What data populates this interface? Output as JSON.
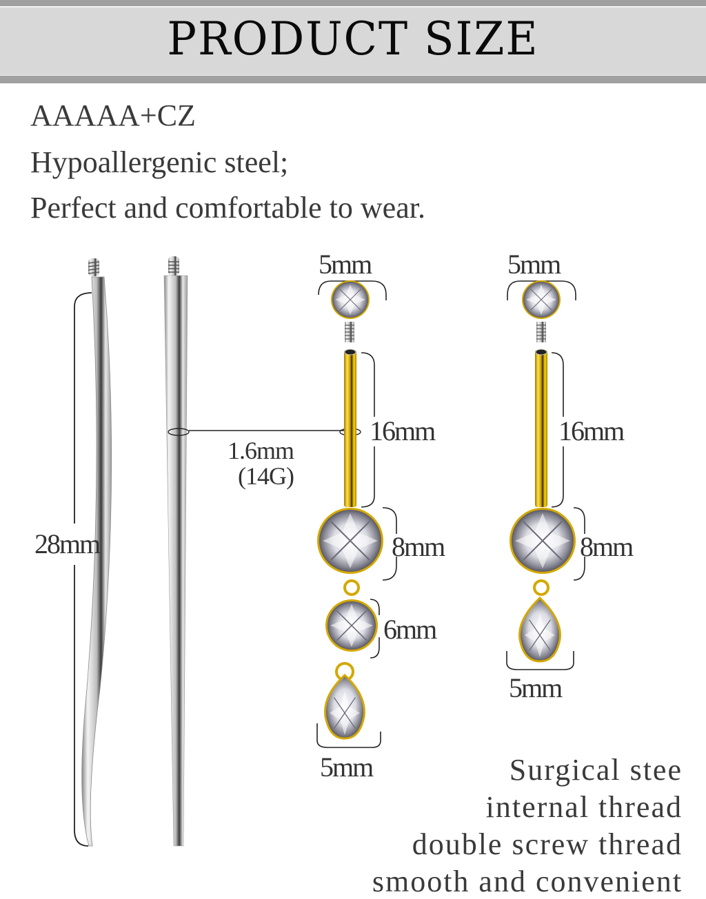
{
  "header": {
    "title": "PRODUCT SIZE",
    "band_colors": {
      "outer": "#a0a0a0",
      "inner": "#d8d8d8"
    }
  },
  "intro": {
    "lines": [
      "AAAAA+CZ",
      "Hypoallergenic steel;",
      "Perfect and comfortable to wear."
    ]
  },
  "dimensions": {
    "taper_length": "28mm",
    "gauge_mm": "1.6mm",
    "gauge_g": "(14G)",
    "left_piece": {
      "top_gem": "5mm",
      "bar_length": "16mm",
      "main_gem": "8mm",
      "middle_gem": "6mm",
      "drop_gem": "5mm"
    },
    "right_piece": {
      "top_gem": "5mm",
      "bar_length": "16mm",
      "main_gem": "8mm",
      "drop_gem": "5mm"
    }
  },
  "features": {
    "lines": [
      "Surgical stee",
      "internal thread",
      "double screw thread",
      "smooth and convenient"
    ]
  },
  "colors": {
    "gold": "#d4a800",
    "steel": "#c8c8c8",
    "text": "#333333"
  }
}
